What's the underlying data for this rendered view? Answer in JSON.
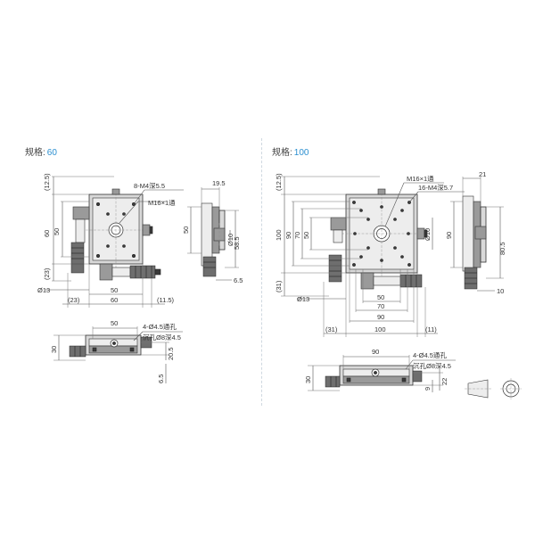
{
  "spec_label": "规格:",
  "specs": [
    {
      "value": "60",
      "top_view": {
        "dims": {
          "top_clear": "(12.5)",
          "height_60": "60",
          "height_50": "50",
          "bottom_23": "(23)",
          "dia13": "Ø13",
          "left_23": "(23)",
          "width_50": "50",
          "width_60": "60",
          "right_115": "(11.5)"
        },
        "callouts": {
          "tapped": "8-M4深5.5",
          "thread": "M16×1通"
        }
      },
      "side_view": {
        "dims": {
          "width_195": "19.5",
          "height_50": "50",
          "height_585": "58.5",
          "dia10": "Ø10",
          "gap_65": "6.5"
        }
      },
      "front_view": {
        "dims": {
          "width_50": "50",
          "height_30": "30",
          "height_205": "20.5",
          "bottom_65": "6.5"
        },
        "callouts": {
          "holes": "4-Ø4.5通孔",
          "counterbore": "沉孔Ø8深4.5"
        }
      }
    },
    {
      "value": "100",
      "top_view": {
        "dims": {
          "top_clear": "(12.5)",
          "height_100": "100",
          "height_90": "90",
          "height_70": "70",
          "height_50": "50",
          "bottom_31": "(31)",
          "dia13": "Ø13",
          "width_50": "50",
          "width_70": "70",
          "width_90": "90",
          "left_31": "(31)",
          "width_100": "100",
          "right_11": "(11)"
        },
        "callouts": {
          "thread": "M16×1通",
          "tapped": "16-M4深5.7"
        }
      },
      "side_view": {
        "dims": {
          "width_21": "21",
          "height_90": "90",
          "height_805": "80.5",
          "dia10": "Ø10",
          "gap_10": "10"
        }
      },
      "front_view": {
        "dims": {
          "width_90": "90",
          "height_30": "30",
          "height_22": "22",
          "gap_9": "9"
        },
        "callouts": {
          "holes": "4-Ø4.5通孔",
          "counterbore": "沉孔Ø8深4.5"
        }
      }
    }
  ],
  "colors": {
    "spec_value": "#2b8fd0",
    "divider": "#cfd8e0"
  },
  "icons": [
    "projection-symbol-icon"
  ]
}
